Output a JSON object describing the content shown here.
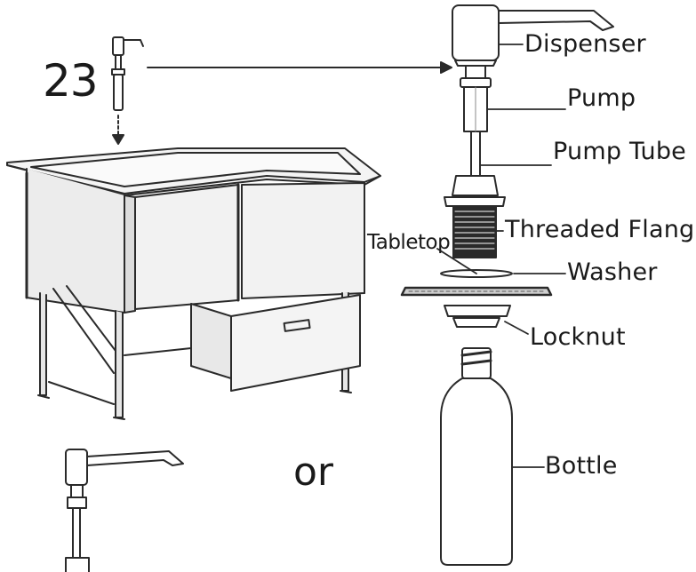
{
  "diagram": {
    "model_number": "23",
    "alternative_text": "or",
    "parts": {
      "dispenser": "Dispenser",
      "pump": "Pump",
      "pump_tube": "Pump Tube",
      "threaded_flange": "Threaded Flang",
      "tabletop": "Tabletop",
      "washer": "Washer",
      "locknut": "Locknut",
      "bottle": "Bottle"
    }
  }
}
